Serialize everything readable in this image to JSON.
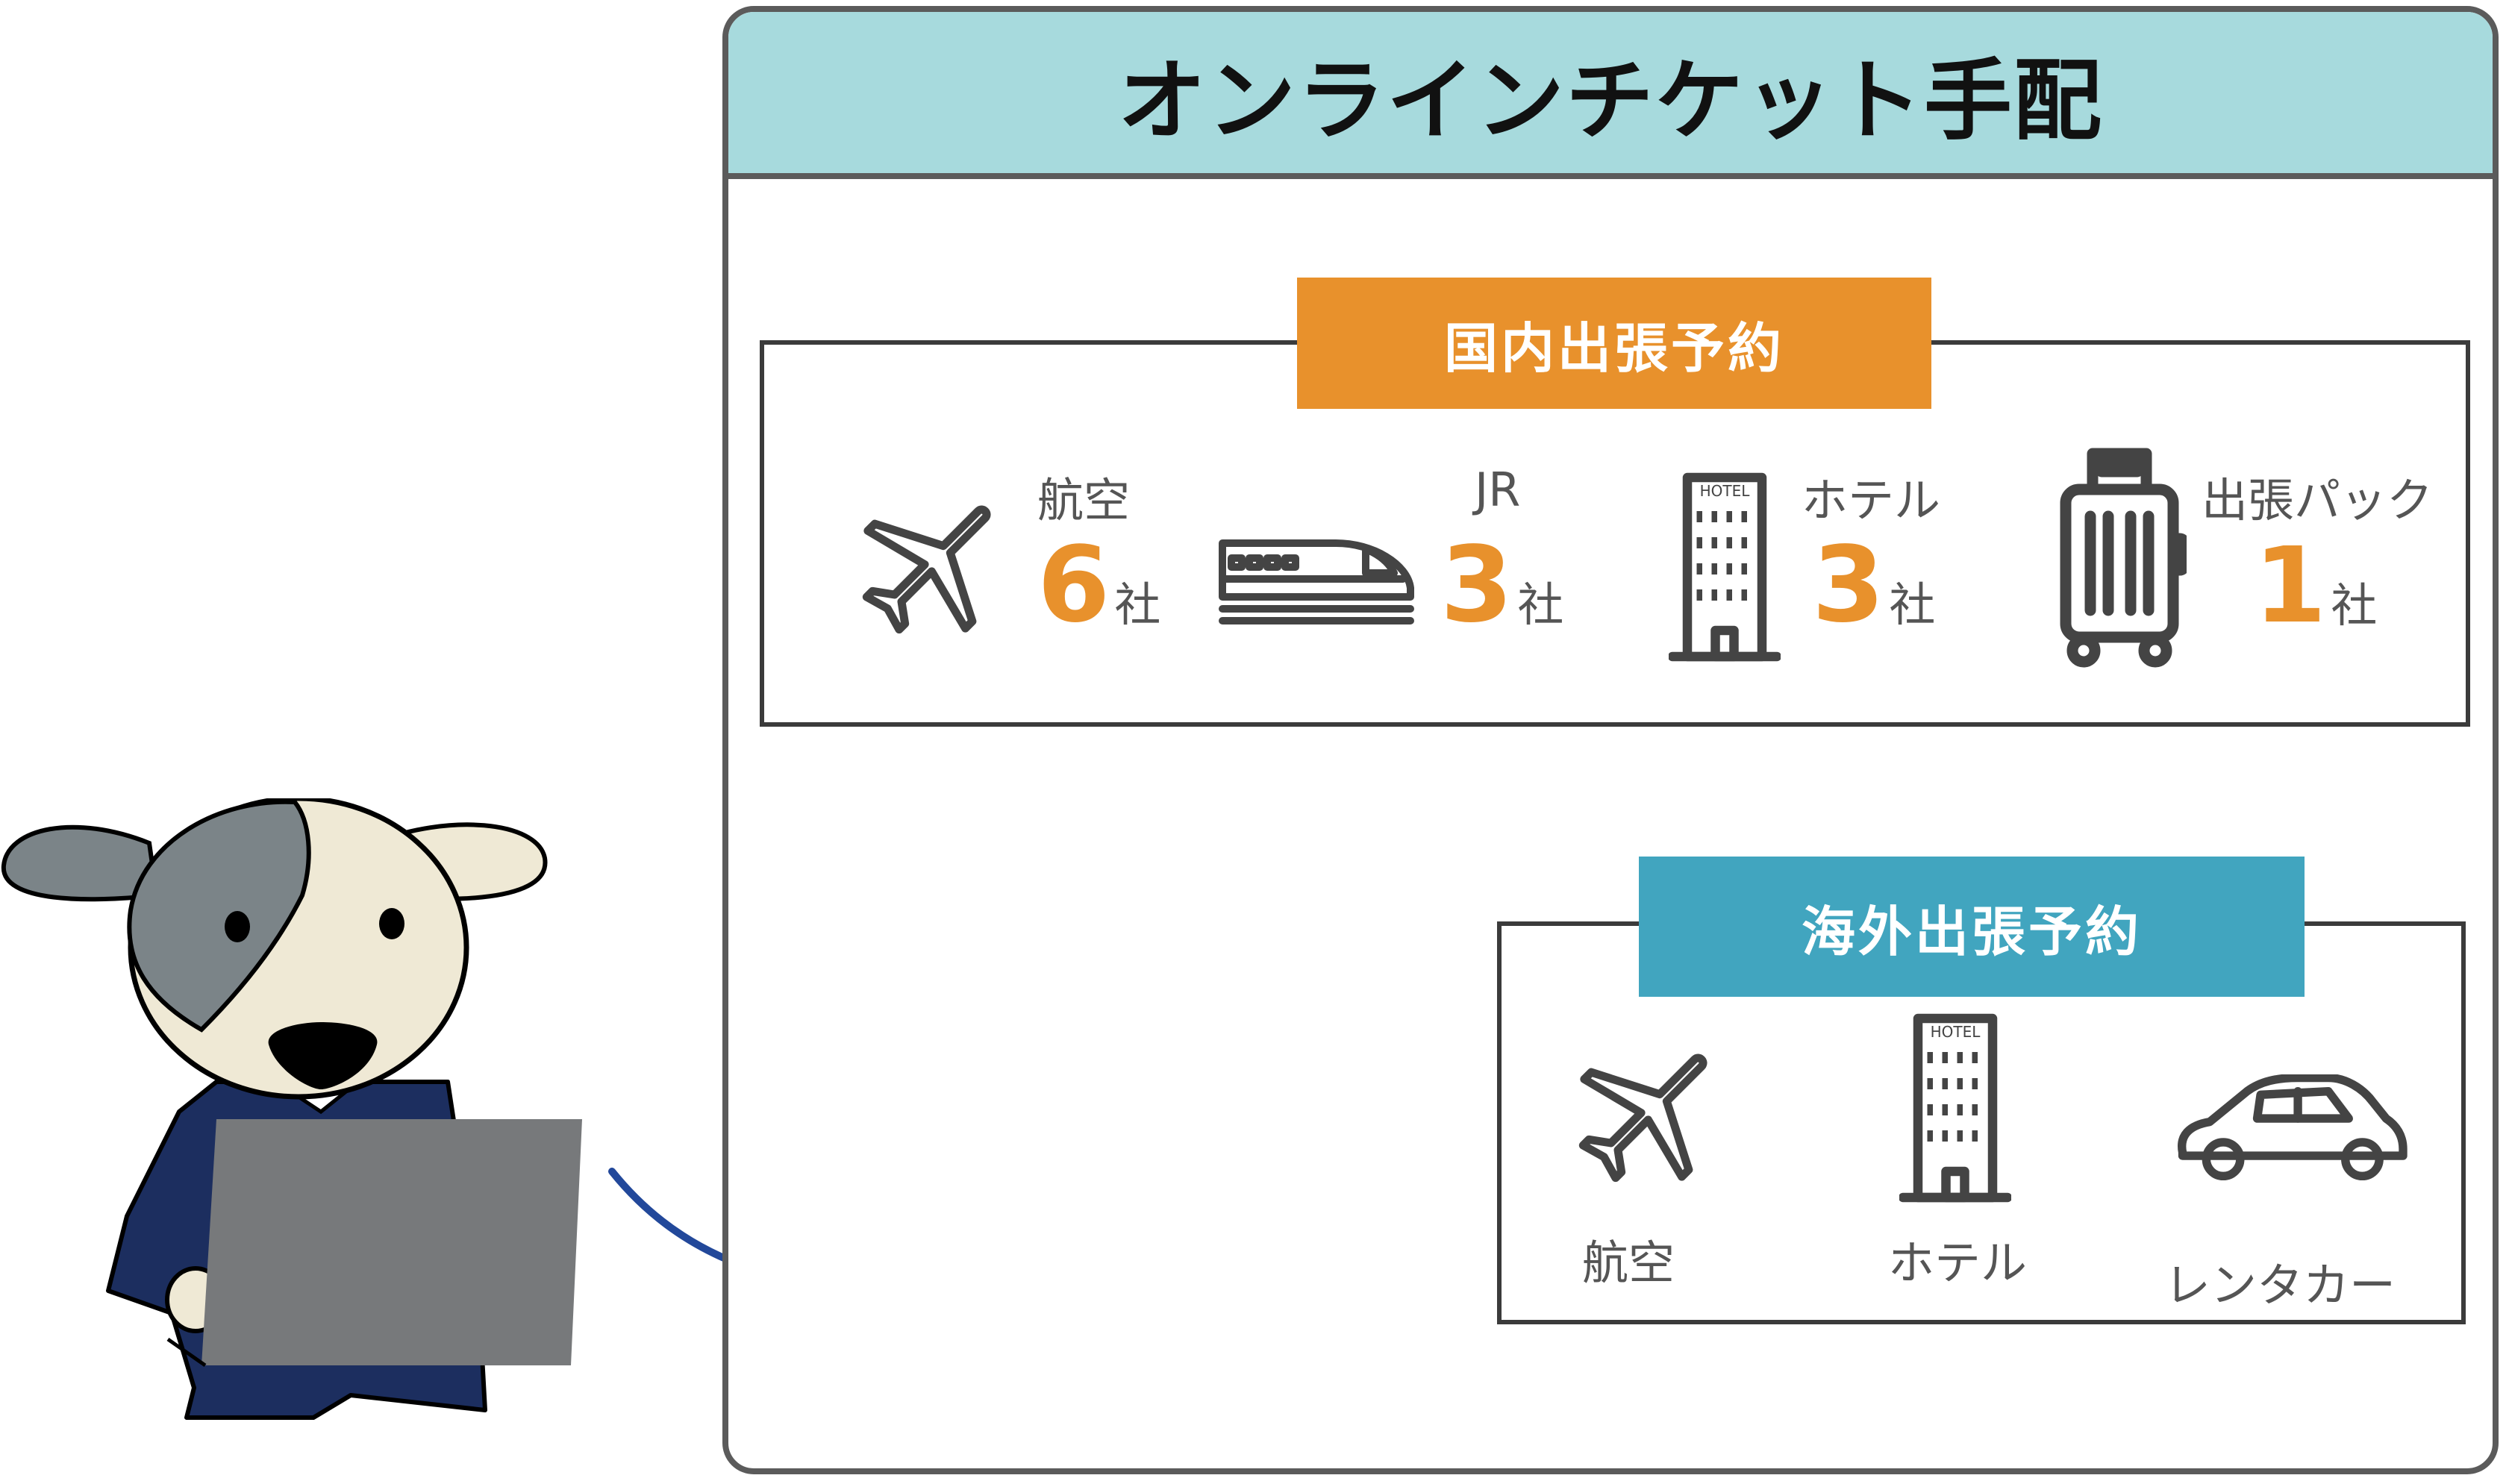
{
  "title": "オンラインチケット手配",
  "domestic": {
    "label": "国内出張予約",
    "color": "#e8912c",
    "items": [
      {
        "name": "航空",
        "count": "6",
        "unit": "社",
        "icon": "airplane-icon"
      },
      {
        "name": "JR",
        "count": "3",
        "unit": "社",
        "icon": "bullet-train-icon"
      },
      {
        "name": "ホテル",
        "count": "3",
        "unit": "社",
        "icon": "hotel-icon"
      },
      {
        "name": "出張パック",
        "count": "1",
        "unit": "社",
        "icon": "suitcase-icon"
      }
    ]
  },
  "overseas": {
    "label": "海外出張予約",
    "color": "#41a5bf",
    "items": [
      {
        "name": "航空",
        "icon": "airplane-icon"
      },
      {
        "name": "ホテル",
        "icon": "hotel-icon"
      },
      {
        "name": "レンタカー",
        "icon": "car-icon"
      }
    ]
  },
  "hotel_sign": "HOTEL",
  "colors": {
    "header": "#a7dadd",
    "arrow": "#22489a",
    "suit": "#1c2e5f",
    "laptop": "#77797b",
    "dog_face": "#efe9d5",
    "dog_patch": "#7b8488"
  }
}
